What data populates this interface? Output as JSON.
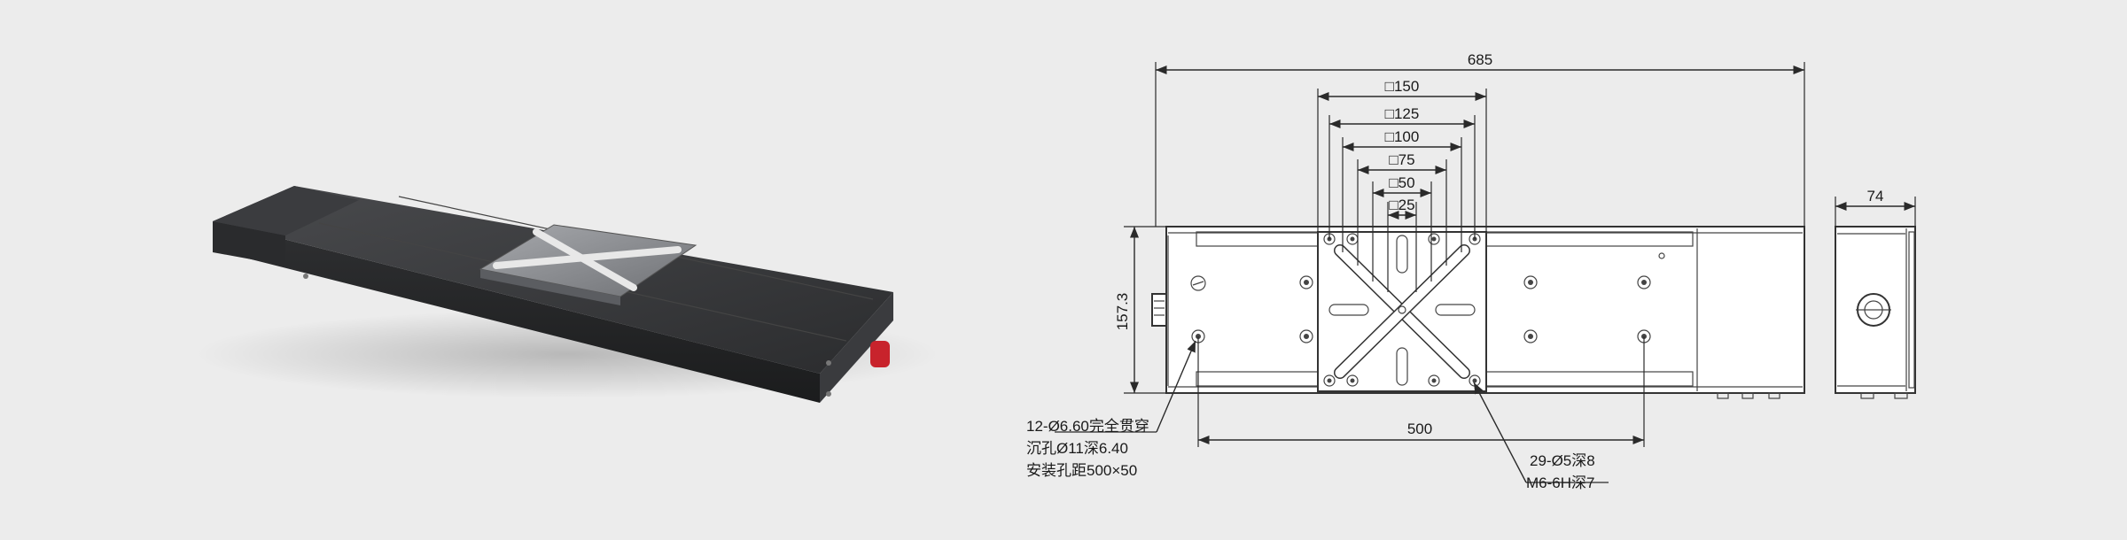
{
  "dims": {
    "overall_length": "685",
    "sq150": "□150",
    "sq125": "□125",
    "sq100": "□100",
    "sq75": "□75",
    "sq50": "□50",
    "sq25": "□25",
    "height": "157.3",
    "hole_spacing": "500",
    "side_width": "74"
  },
  "notes": {
    "mount_holes": [
      "12-Ø6.60完全贯穿",
      "沉孔Ø11深6.40",
      "安装孔距500×50"
    ],
    "table_holes": [
      "29-Ø5深8",
      "M6-6H深7"
    ]
  },
  "colors": {
    "background": "#ececec",
    "body": "#2f2f31",
    "carriage": "#8e9094",
    "accent": "#c8232c"
  }
}
